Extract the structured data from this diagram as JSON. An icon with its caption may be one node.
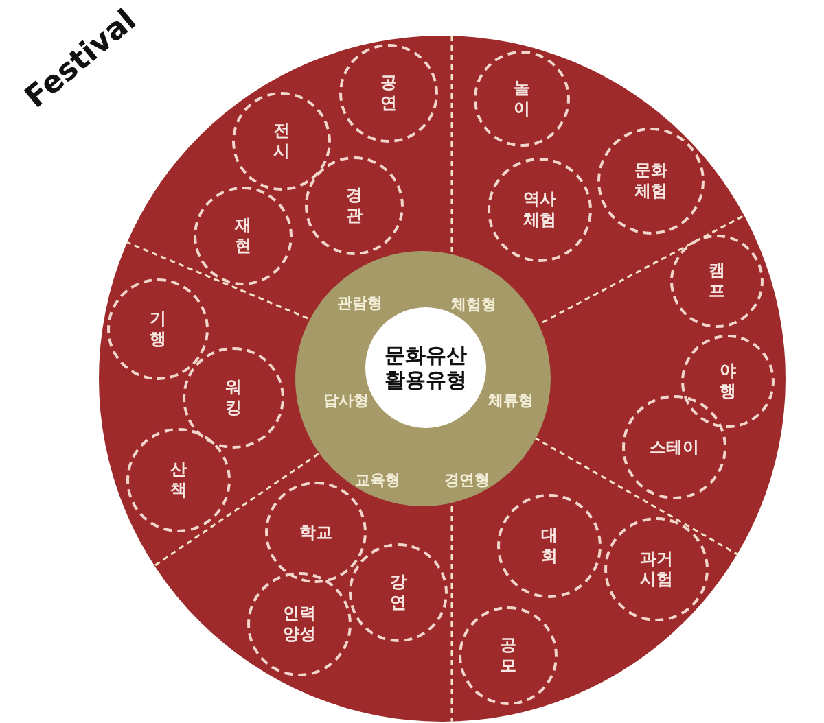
{
  "diagram": {
    "title": "Festival",
    "nodes": [
      {
        "text": [],
        "shape": "circle"
      },
      {
        "text": [
          "관람형",
          "체험형",
          "체류형",
          "경연형",
          "교육형",
          "답사형"
        ],
        "in": 0
      },
      {
        "text": [
          "문화유산활용유형"
        ],
        "in": 1
      },
      {
        "text": [
          "공연"
        ],
        "in": 0
      },
      {
        "text": [
          "전시"
        ],
        "in": 0
      },
      {
        "text": [
          "경관"
        ],
        "in": 0
      },
      {
        "text": [
          "재현"
        ],
        "in": 0
      },
      {
        "text": [
          "놀이"
        ],
        "in": 0
      },
      {
        "text": [
          "역사체험"
        ],
        "in": 0
      },
      {
        "text": [
          "문화체험"
        ],
        "in": 0
      },
      {
        "text": [
          "캠프"
        ],
        "in": 0
      },
      {
        "text": [
          "야행"
        ],
        "in": 0
      },
      {
        "text": [
          "스테이"
        ],
        "in": 0
      },
      {
        "text": [
          "대회"
        ],
        "in": 0
      },
      {
        "text": [
          "과거시험"
        ],
        "in": 0
      },
      {
        "text": [
          "공모"
        ],
        "in": 0
      },
      {
        "text": [
          "학교"
        ],
        "in": 0
      },
      {
        "text": [
          "강연"
        ],
        "in": 0
      },
      {
        "text": [
          "인력양성"
        ],
        "in": 0
      },
      {
        "text": [
          "기행"
        ],
        "in": 0
      },
      {
        "text": [
          "워킹"
        ],
        "in": 0
      },
      {
        "text": [
          "산책"
        ],
        "in": 0
      }
    ],
    "edges": []
  }
}
